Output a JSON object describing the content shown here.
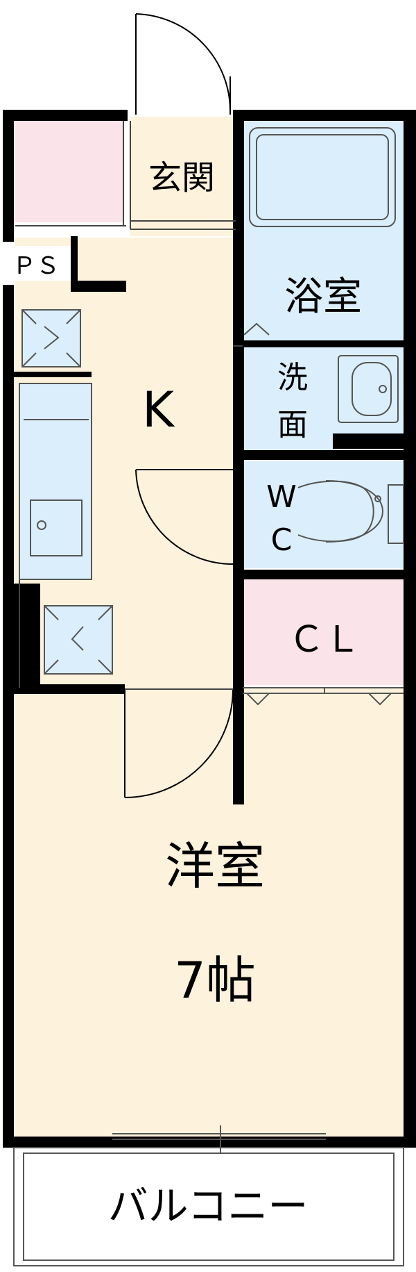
{
  "rooms": {
    "entrance": "玄関",
    "ps": "ＰＳ",
    "bath": "浴室",
    "wash_top": "洗",
    "wash_bottom": "面",
    "kitchen": "K",
    "wc_top": "W",
    "wc_bottom": "C",
    "closet": "ＣＬ",
    "western_room": "洋室",
    "size": "7帖",
    "balcony": "バルコニー"
  },
  "colors": {
    "wall": "#000000",
    "floor": "#fdf2dc",
    "wet_area": "#dbeefb",
    "pink_area": "#fbe3ea",
    "fixture_stroke": "#555555"
  }
}
